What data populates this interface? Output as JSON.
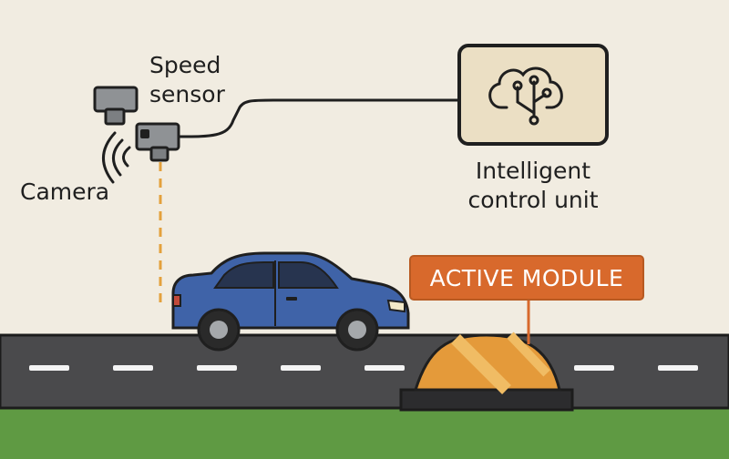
{
  "labels": {
    "speed_sensor_line1": "Speed",
    "speed_sensor_line2": "sensor",
    "camera": "Camera",
    "control_unit_line1": "Intelligent",
    "control_unit_line2": "control unit",
    "active_module": "ACTIVE MODULE"
  },
  "colors": {
    "background": "#f1ece1",
    "road": "#4a4a4c",
    "grass": "#5f9a43",
    "car": "#3f63a8",
    "module_label": "#d8692c",
    "speed_bump": "#e49a3a",
    "control_box": "#ebdfc4",
    "device": "#8f9295",
    "beam": "#e4a13c"
  },
  "icons": {
    "control_unit": "cloud-network-icon",
    "camera": "camera-icon",
    "speed_sensor": "speed-sensor-icon",
    "signal": "signal-waves-icon"
  }
}
